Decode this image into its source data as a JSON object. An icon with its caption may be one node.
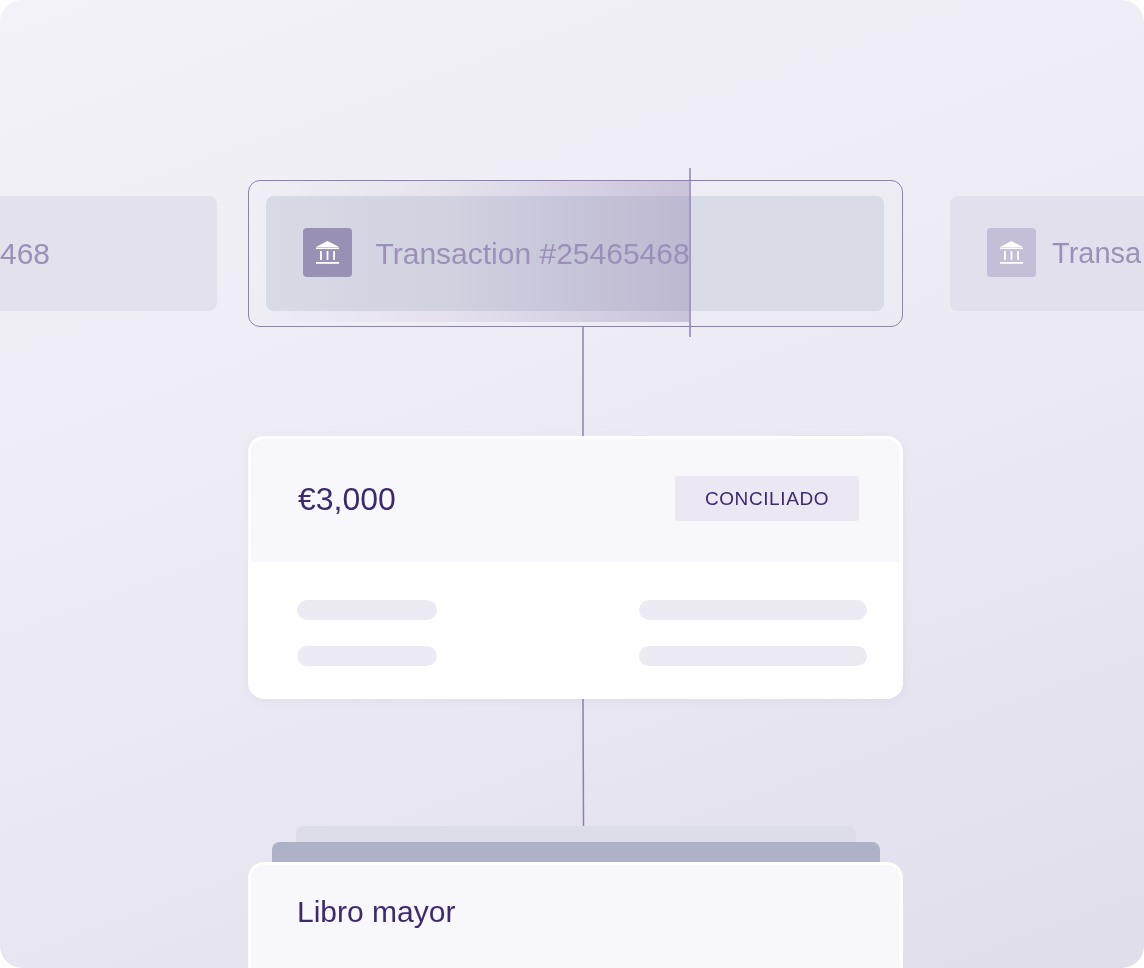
{
  "diagram": {
    "nodes": [
      {
        "text": [
          "468"
        ]
      },
      {
        "text": [],
        "shape": "box"
      },
      {
        "text": [
          "Transaction #25465468"
        ],
        "in": 1
      },
      {
        "text": [
          "Transa"
        ]
      },
      {
        "text": [
          "€3,000"
        ]
      },
      {
        "text": [
          "CONCILIADO"
        ],
        "in": 4
      },
      {
        "text": [],
        "shape": "box"
      },
      {
        "text": [],
        "shape": "box"
      },
      {
        "text": [
          "Libro mayor"
        ]
      }
    ],
    "edges": [
      {
        "from": 1,
        "to": 4,
        "arrow": "none"
      },
      {
        "from": 4,
        "to": 6,
        "arrow": "none"
      }
    ]
  }
}
